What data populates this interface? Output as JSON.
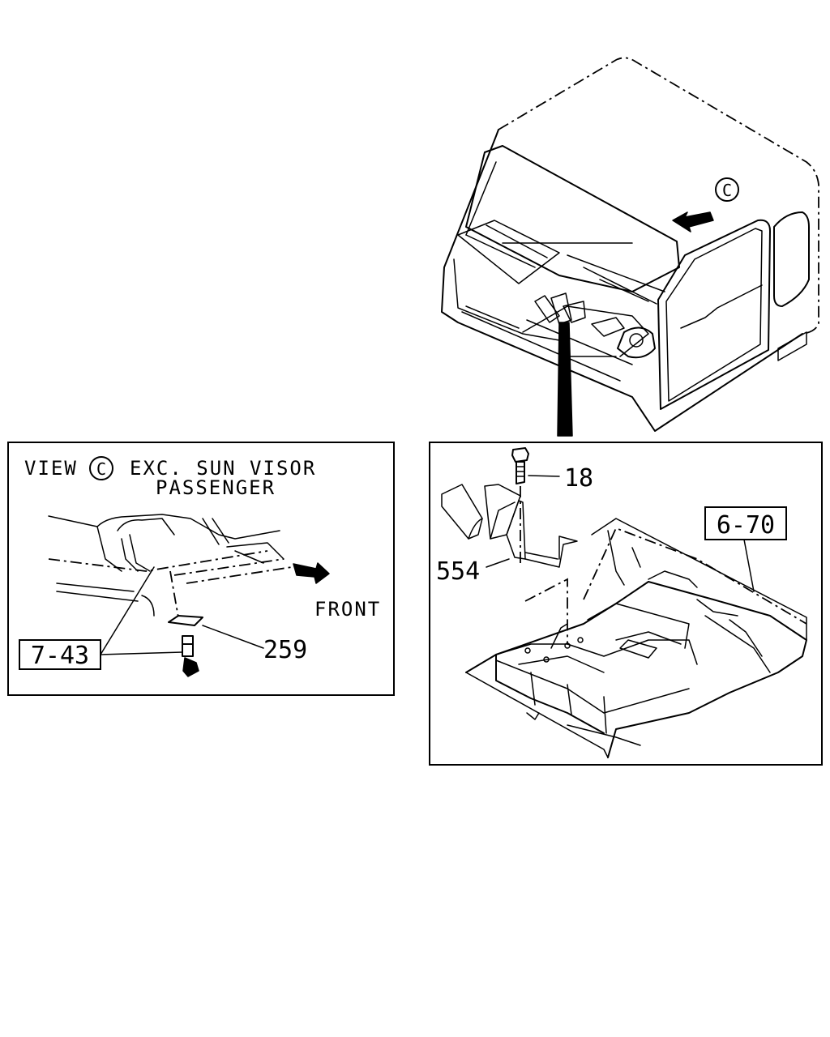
{
  "view_panel": {
    "view_word": "VIEW",
    "view_symbol": "C",
    "caption_line1": "EXC. SUN VISOR",
    "caption_line2": "PASSENGER",
    "direction_label": "FRONT",
    "callouts": {
      "ref_743": "7-43",
      "part_259": "259"
    }
  },
  "cab_view": {
    "view_symbol": "C"
  },
  "floor_panel": {
    "callouts": {
      "part_18": "18",
      "part_554": "554",
      "ref_670": "6-70"
    }
  }
}
